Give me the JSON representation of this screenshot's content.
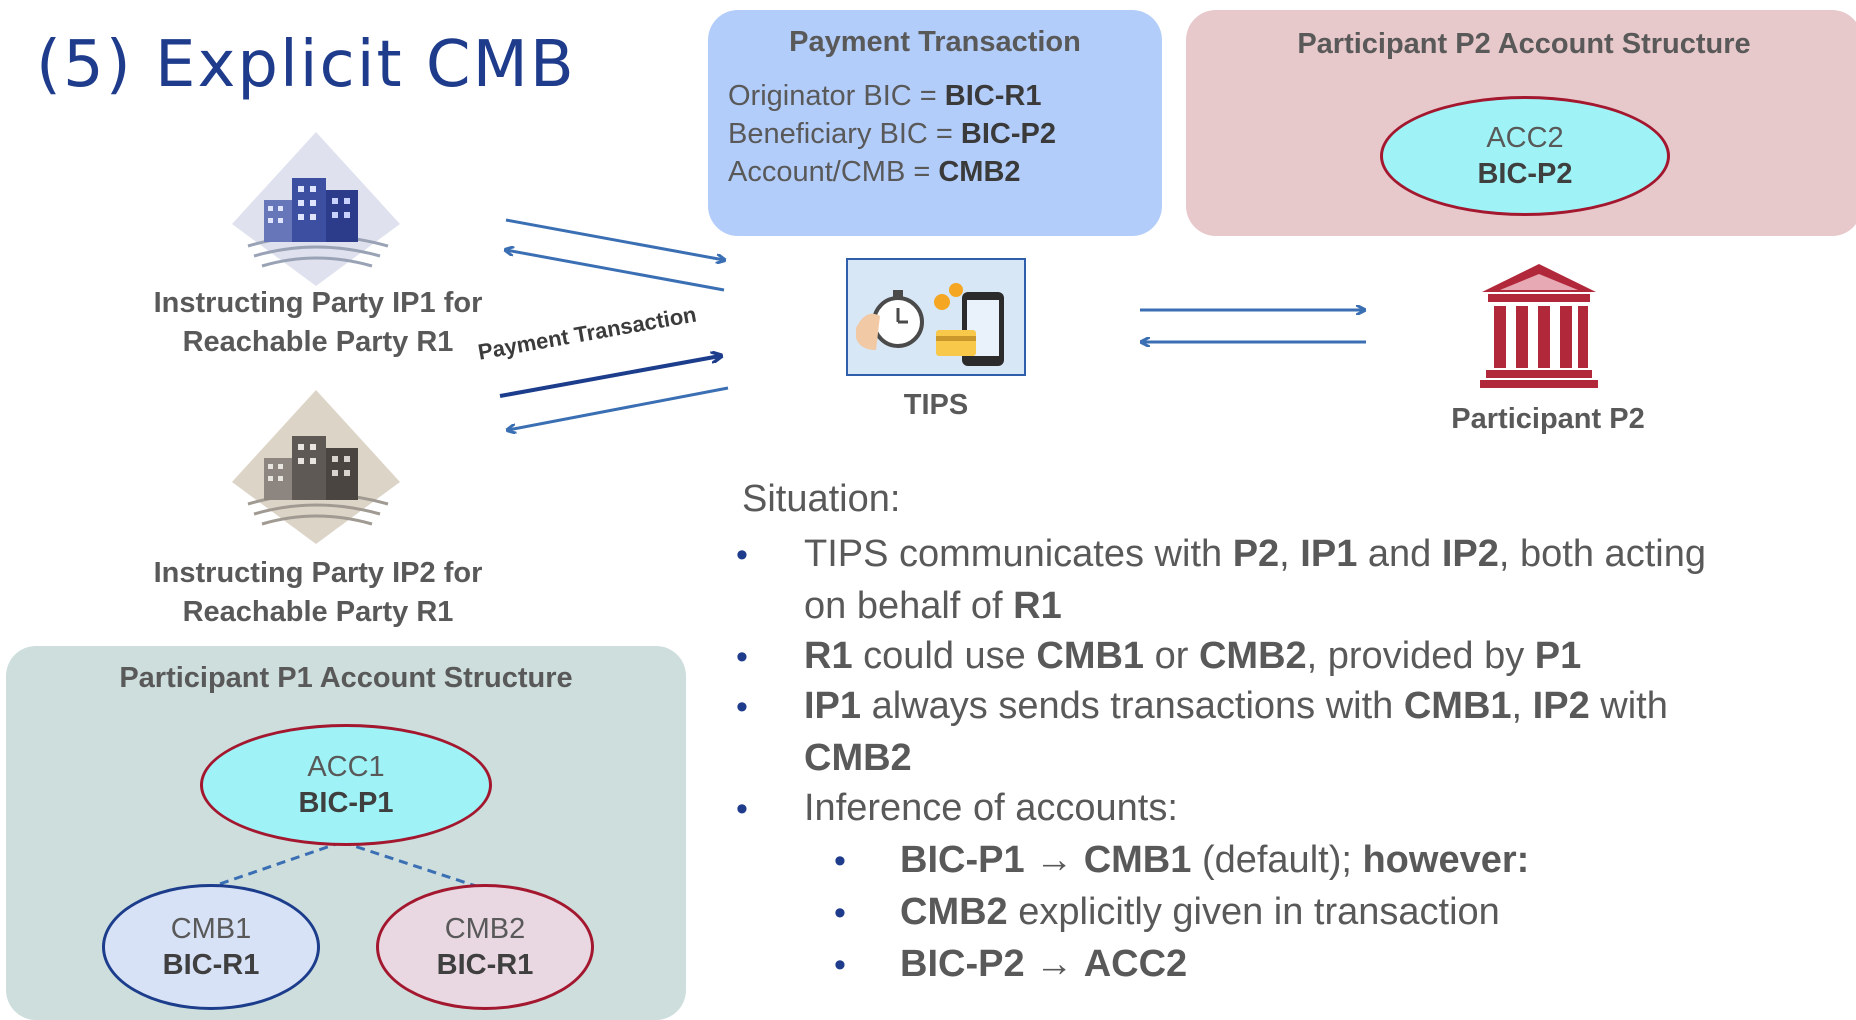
{
  "title": "(5) Explicit CMB",
  "payment_box": {
    "title": "Payment Transaction",
    "lines": [
      {
        "label": "Originator BIC = ",
        "value": "BIC-R1"
      },
      {
        "label": "Beneficiary BIC = ",
        "value": "BIC-P2"
      },
      {
        "label": "Account/CMB = ",
        "value": "CMB2"
      }
    ]
  },
  "p2_box": {
    "title": "Participant P2 Account Structure",
    "account": "ACC2",
    "bic": "BIC-P2"
  },
  "p1_box": {
    "title": "Participant P1 Account Structure",
    "account": "ACC1",
    "bic": "BIC-P1",
    "sub_accounts": [
      {
        "account": "CMB1",
        "bic": "BIC-R1"
      },
      {
        "account": "CMB2",
        "bic": "BIC-R1"
      }
    ]
  },
  "ip1_label": [
    "Instructing Party IP1 for",
    "Reachable Party R1"
  ],
  "ip2_label": [
    "Instructing Party IP2 for",
    "Reachable Party R1"
  ],
  "arrow_label": "Payment Transaction",
  "tips_label": "TIPS",
  "p2_label": "Participant P2",
  "situation": {
    "heading": "Situation:",
    "b1": {
      "t1": "TIPS communicates with ",
      "p2": "P2",
      "c1": ", ",
      "ip1": "IP1",
      "and": " and ",
      "ip2": "IP2",
      "t2": ", both acting",
      "line2": "on behalf of ",
      "r1": "R1"
    },
    "b2": {
      "r1": "R1",
      "t1": " could use ",
      "cmb1": "CMB1",
      "or": " or ",
      "cmb2": "CMB2",
      "t2": ", provided by ",
      "p1": "P1"
    },
    "b3": {
      "ip1": "IP1",
      "t1": " always sends transactions with ",
      "cmb1": "CMB1",
      "c1": ", ",
      "ip2": "IP2",
      "t2": " with",
      "cmb2": "CMB2"
    },
    "b4": "Inference of accounts:",
    "s1": {
      "from": "BIC-P1",
      "arrow": " → ",
      "to": "CMB1",
      "t1": " (default); ",
      "however": "however:"
    },
    "s2": {
      "cmb2": "CMB2",
      "t1": " explicitly given in transaction"
    },
    "s3": {
      "from": "BIC-P2",
      "arrow": " → ",
      "to": "ACC2"
    }
  }
}
